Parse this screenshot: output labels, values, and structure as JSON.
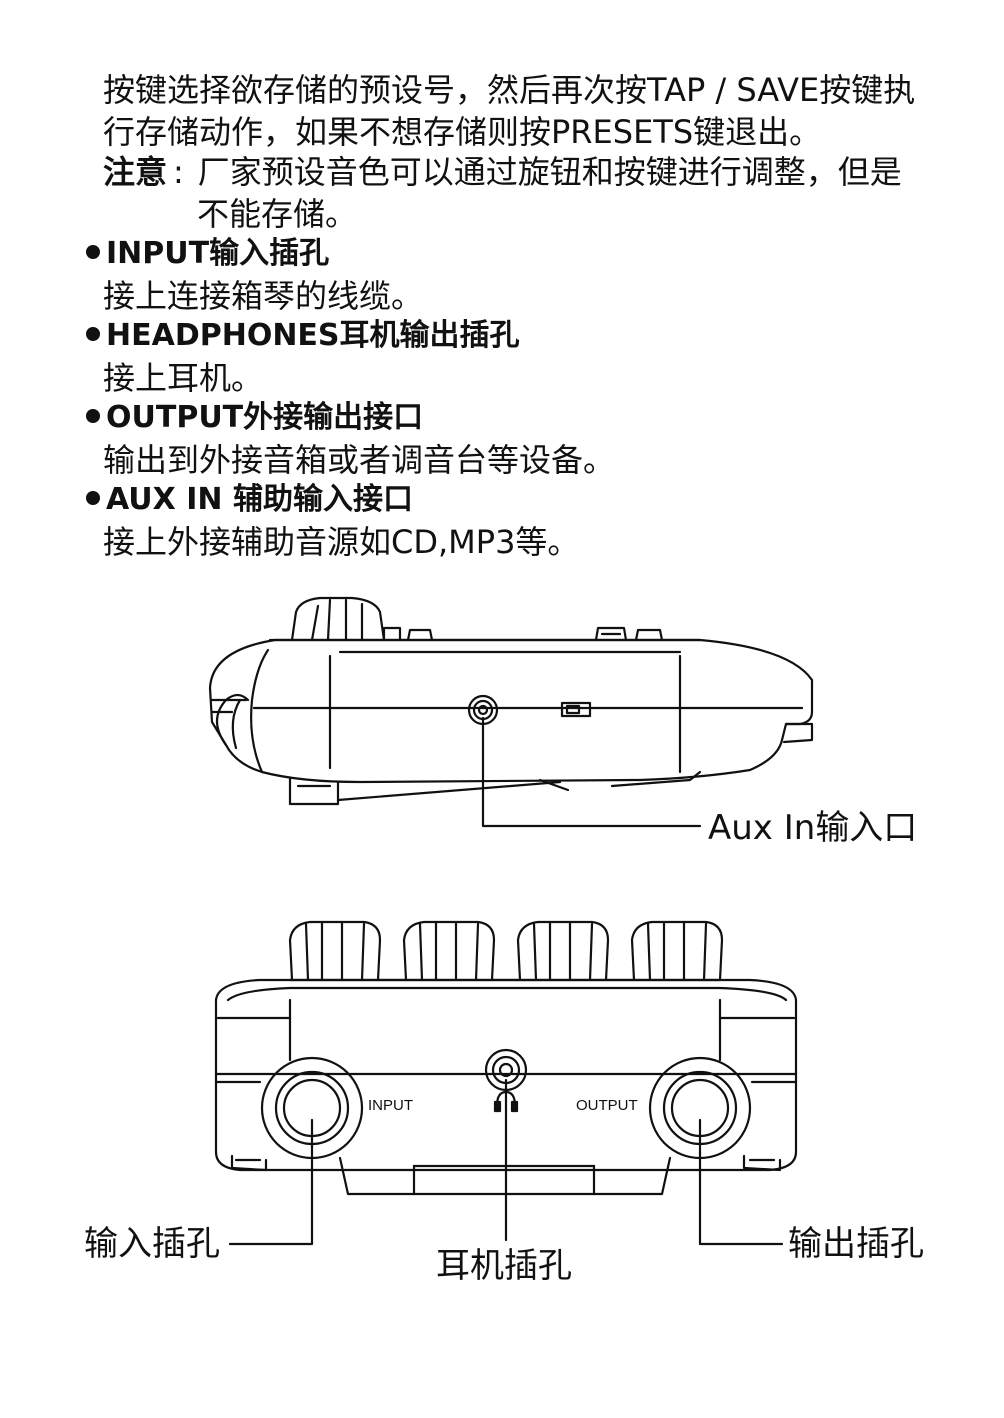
{
  "text": {
    "para1_line1": "按键选择欲存储的预设号，然后再次按TAP / SAVE按键执",
    "para1_line2": "行存储动作，如果不想存储则按PRESETS键退出。",
    "note_label": "注意",
    "note_colon": ":",
    "note_line1": "厂家预设音色可以通过旋钮和按键进行调整，但是",
    "note_line2": "不能存储。"
  },
  "sections": [
    {
      "heading": "INPUT输入插孔",
      "desc": "接上连接箱琴的线缆。"
    },
    {
      "heading": "HEADPHONES耳机输出插孔",
      "desc": "接上耳机。"
    },
    {
      "heading": "OUTPUT外接输出接口",
      "desc": "输出到外接音箱或者调音台等设备。"
    },
    {
      "heading": "AUX IN 辅助输入接口",
      "desc": "接上外接辅助音源如CD,MP3等。"
    }
  ],
  "diagram": {
    "side_view": {
      "aux_callout": "Aux In输入口"
    },
    "front_view": {
      "panel_input_label": "INPUT",
      "panel_output_label": "OUTPUT",
      "callout_input": "输入插孔",
      "callout_headphone": "耳机插孔",
      "callout_output": "输出插孔"
    }
  }
}
